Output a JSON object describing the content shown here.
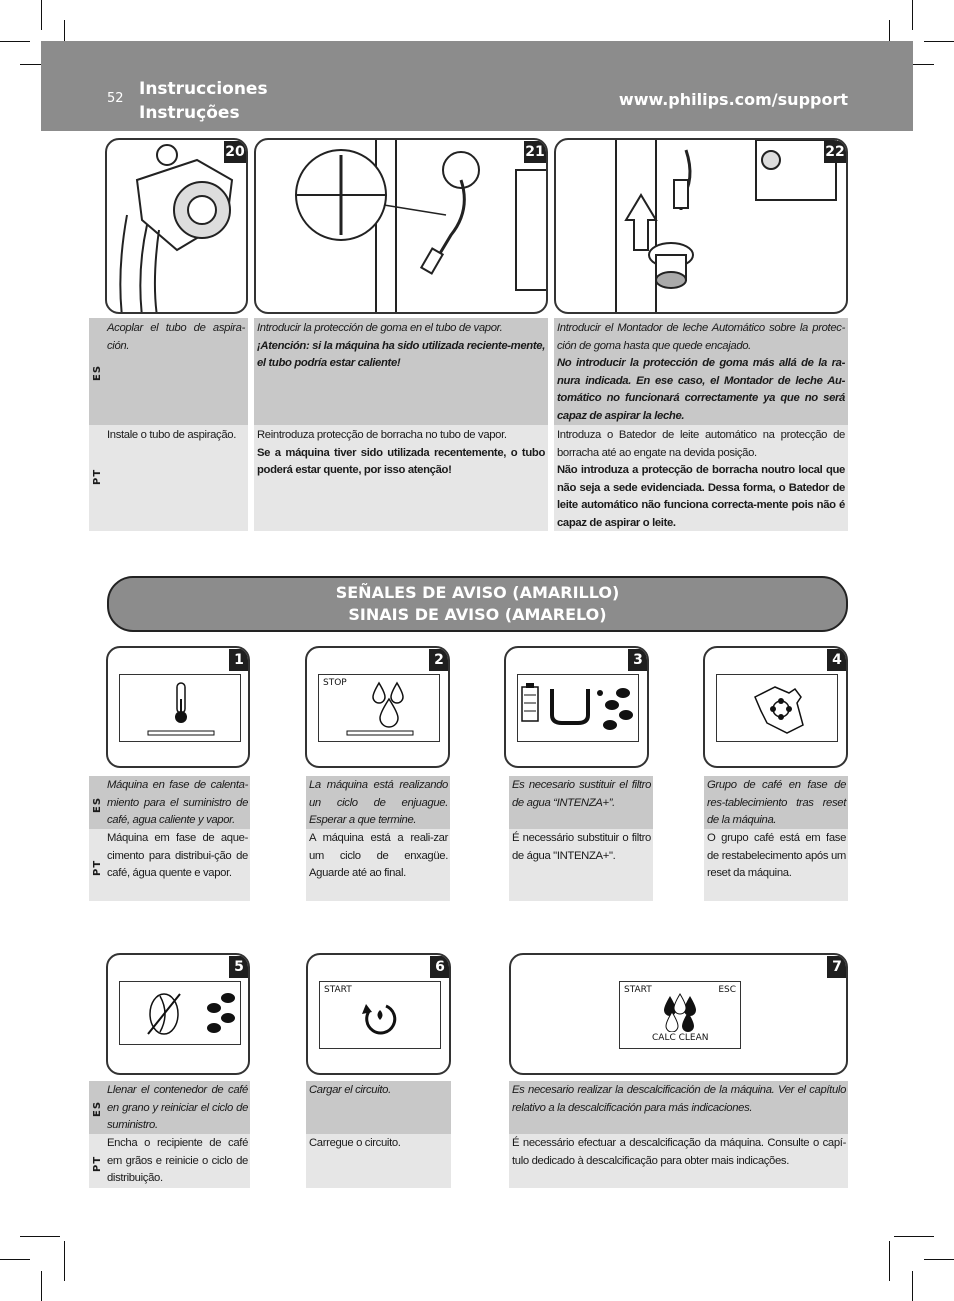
{
  "header": {
    "page_number": "52",
    "title_es": "Instrucciones",
    "title_pt": "Instruções",
    "url": "www.philips.com/support"
  },
  "lang": {
    "es": "ES",
    "pt": "PT"
  },
  "steps": [
    {
      "number": "20",
      "es": "Acoplar el tubo de aspira-ción.",
      "es_bold": "",
      "pt": "Instale o tubo de aspiração.",
      "pt_bold": ""
    },
    {
      "number": "21",
      "es": "Introducir la protección de goma en el tubo de vapor.",
      "es_bold": "¡Atención: si la máquina ha sido utilizada reciente-mente, el tubo podría estar caliente!",
      "pt": "Reintroduza protecção de borracha no tubo de vapor.",
      "pt_bold": "Se a máquina tiver sido utilizada recentemente, o tubo poderá estar quente, por isso atenção!"
    },
    {
      "number": "22",
      "es": "Introducir el Montador de leche Automático sobre la protec-ción de goma hasta que quede encajado.",
      "es_bold": "No introducir la protección de goma más allá de la ra-nura indicada. En ese caso, el Montador de leche Au-tomático no funcionará correctamente ya que no será capaz de aspirar la leche.",
      "pt": "Introduza o Batedor de leite automático na protecção de borracha até ao engate na devida posição.",
      "pt_bold": "Não introduza a protecção de borracha noutro local que não seja a sede evidenciada. Dessa forma, o Batedor de leite automático não funciona correcta-mente pois não é capaz de aspirar o leite."
    }
  ],
  "banner": {
    "line1": "SEÑALES DE AVISO (AMARILLO)",
    "line2": "SINAIS DE AVISO (AMARELO)"
  },
  "signals": [
    {
      "number": "1",
      "screen_text": "",
      "es": "Máquina en fase de calenta-miento para el suministro de café, agua caliente y vapor.",
      "pt": "Máquina em fase de aque-cimento para distribui-ção de café, água quente e vapor."
    },
    {
      "number": "2",
      "screen_text": "STOP",
      "es": "La máquina está realizando un ciclo de enjuague. Esperar a que termine.",
      "pt": "A máquina está a reali-zar um ciclo de enxagüe. Aguarde até ao final."
    },
    {
      "number": "3",
      "screen_text": "",
      "es": "Es necesario sustituir el filtro de agua “INTENZA+”.",
      "pt": "É necessário substituir o filtro de água \"INTENZA+\"."
    },
    {
      "number": "4",
      "screen_text": "",
      "es": "Grupo de café en fase de res-tablecimiento tras reset de la máquina.",
      "pt": "O grupo café está em fase de restabelecimento após um reset da máquina."
    },
    {
      "number": "5",
      "screen_text": "",
      "es": "Llenar el contenedor de café en grano y reiniciar el ciclo de suministro.",
      "pt": "Encha o recipiente de café em grãos e reinicie o ciclo de distribuição."
    },
    {
      "number": "6",
      "screen_text": "START",
      "es": "Cargar el circuito.",
      "pt": "Carregue o circuito."
    },
    {
      "number": "7",
      "screen_text": "START",
      "screen_text_right": "ESC",
      "screen_text_bottom": "CALC CLEAN",
      "es": "Es necesario realizar la descalcificación de la máquina. Ver el capítulo relativo a la descalcificación para más indicaciones.",
      "pt": "É necessário efectuar a descalcificação da máquina. Consulte o capí-tulo dedicado à descalcificação para obter mais indicações."
    }
  ]
}
